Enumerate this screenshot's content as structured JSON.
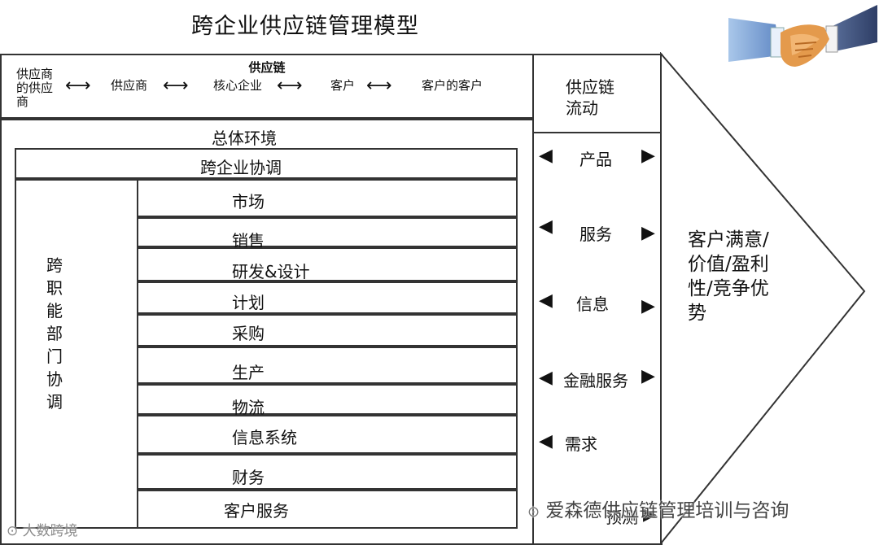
{
  "title": "跨企业供应链管理模型",
  "supply_chain": {
    "label": "供应链",
    "nodes": [
      "供应商的供应商",
      "供应商",
      "核心企业",
      "客户",
      "客户的客户"
    ]
  },
  "environment_label": "总体环境",
  "cross_enterprise_label": "跨企业协调",
  "cross_function_label": "跨职能部门协调",
  "functions": [
    "市场",
    "销售",
    "研发&设计",
    "计划",
    "采购",
    "生产",
    "物流",
    "信息系统",
    "财务",
    "客户服务"
  ],
  "flow_header": "供应链流动",
  "flows": [
    "产品",
    "服务",
    "信息",
    "金融服务",
    "需求",
    "预测"
  ],
  "outcome": "客户满意/价值/盈利性/竞争优势",
  "watermark_right": "爱森德供应链管理培训与咨询",
  "watermark_left": "大数跨境",
  "colors": {
    "border": "#333333",
    "arrow": "#111111"
  }
}
